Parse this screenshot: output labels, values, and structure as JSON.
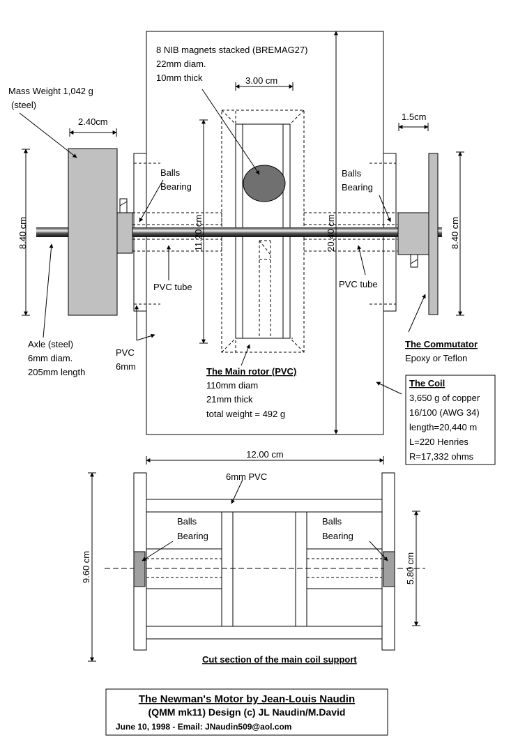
{
  "magnets": {
    "line1": "8 NIB magnets stacked (BREMAG27)",
    "line2": "22mm diam.",
    "line3": "10mm thick"
  },
  "dims": {
    "rotor_gap": "3.00 cm",
    "mass_width": "2.40cm",
    "commutator_width": "1.5cm",
    "mass_height": "8.40 cm",
    "commutator_height": "8.40 cm",
    "inner_height": "11.20 cm",
    "outer_height": "20.40 cm",
    "support_width": "12.00 cm",
    "support_height": "9.60 cm",
    "support_inner": "5.80 cm"
  },
  "mass": {
    "line1": "Mass Weight 1,042 g",
    "line2": "(steel)"
  },
  "bearing_left": {
    "line1": "Balls",
    "line2": "Bearing"
  },
  "bearing_right": {
    "line1": "Balls",
    "line2": "Bearing"
  },
  "pvc_tube_left": "PVC tube",
  "pvc_tube_right": "PVC tube",
  "axle": {
    "line1": "Axle (steel)",
    "line2": "6mm diam.",
    "line3": "205mm length"
  },
  "pvc6": {
    "line1": "PVC",
    "line2": "6mm"
  },
  "rotor": {
    "title": "The Main rotor (PVC)",
    "line1": "110mm diam",
    "line2": "21mm thick",
    "line3": "total weight = 492 g"
  },
  "commutator": {
    "title": "The Commutator",
    "line1": "Epoxy or Teflon"
  },
  "coil": {
    "title": "The Coil",
    "line1": "3,650 g of copper",
    "line2": "16/100 (AWG 34)",
    "line3": "length=20,440 m",
    "line4": "L=220 Henries",
    "line5": "R=17,332 ohms"
  },
  "section": {
    "pvc_label": "6mm PVC",
    "bearing_left": {
      "line1": "Balls",
      "line2": "Bearing"
    },
    "bearing_right": {
      "line1": "Balls",
      "line2": "Bearing"
    },
    "caption": "Cut section of the main coil support"
  },
  "credits": {
    "title": "The Newman's Motor by Jean-Louis Naudin",
    "subtitle": "(QMM mk11)  Design (c) JL Naudin/M.David",
    "date_email": "June 10, 1998 - Email: JNaudin509@aol.com"
  },
  "colors": {
    "part_fill": "#c0c0c0",
    "magnet_fill": "#707070",
    "ink": "#000000"
  }
}
